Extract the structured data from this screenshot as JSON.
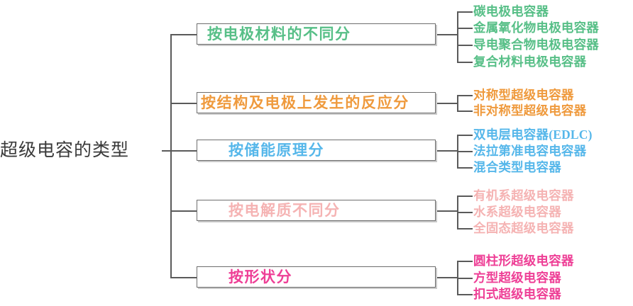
{
  "diagram": {
    "root": {
      "label": "超级电容的类型"
    },
    "branches": [
      {
        "label": "按电极材料的不同分",
        "color": "#57bf87",
        "leaves": [
          "碳电极电容器",
          "金属氧化物电极电容器",
          "导电聚合物电极电容器",
          "复合材料电极电容器"
        ]
      },
      {
        "label": "按结构及电极上发生的反应分",
        "color": "#ef9a3d",
        "leaves": [
          "对称型超级电容器",
          "非对称型超级电容器"
        ]
      },
      {
        "label": "按储能原理分",
        "color": "#56b7ea",
        "leaves": [
          "双电层电容器(EDLC)",
          "法拉第准电容电容器",
          "混合类型电容器"
        ]
      },
      {
        "label": "按电解质不同分",
        "color": "#f5b3b3",
        "leaves": [
          "有机系超级电容器",
          "水系超级电容器",
          "全固态超级电容器"
        ]
      },
      {
        "label": "按形状分",
        "color": "#ee3f96",
        "leaves": [
          "圆柱形超级电容器",
          "方型超级电容器",
          "扣式超级电容器"
        ]
      }
    ],
    "line_color": "#5a5a5a",
    "box_border_color": "#6e6e6e",
    "root_text_color": "#3a3a3a"
  }
}
